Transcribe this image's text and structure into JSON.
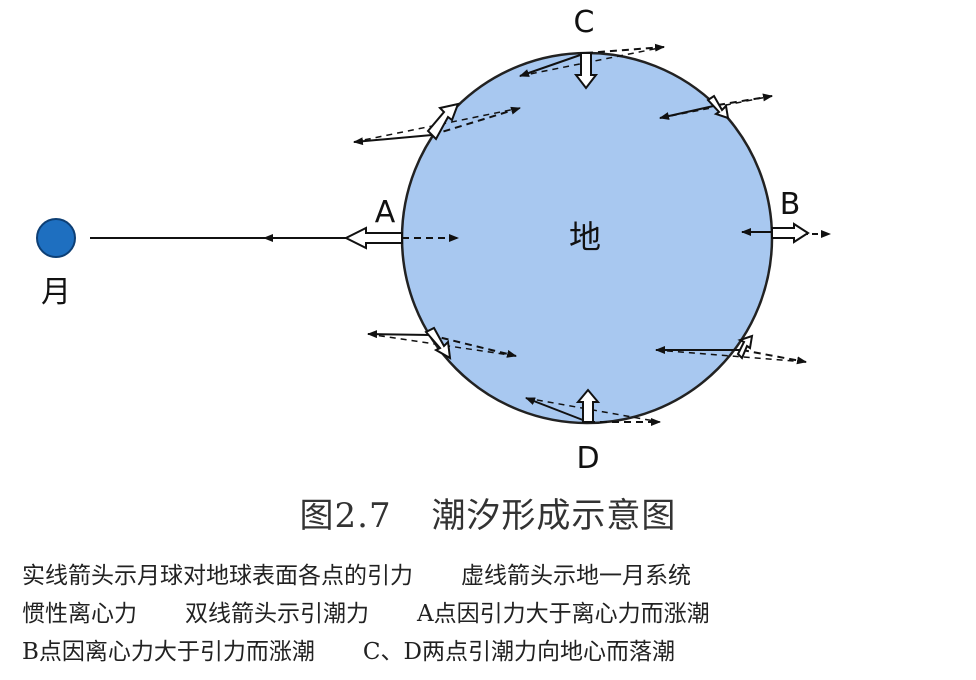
{
  "diagram": {
    "labels": {
      "moon": "月",
      "earth": "地",
      "point_a": "A",
      "point_b": "B",
      "point_c": "C",
      "point_d": "D"
    },
    "colors": {
      "earth_fill": "#a8c8f0",
      "earth_stroke": "#222222",
      "moon_fill": "#1e6fc0",
      "arrow": "#111111",
      "background": "#ffffff"
    }
  },
  "figure": {
    "number": "图2.7",
    "title": "潮汐形成示意图"
  },
  "caption": {
    "line1": [
      "实线箭头示月球对地球表面各点的引力",
      "虚线箭头示地一月系统"
    ],
    "line2": [
      "惯性离心力",
      "双线箭头示引潮力",
      "A点因引力大于离心力而涨潮"
    ],
    "line3": [
      "B点因离心力大于引力而涨潮",
      "C、D两点引潮力向地心而落潮"
    ]
  }
}
